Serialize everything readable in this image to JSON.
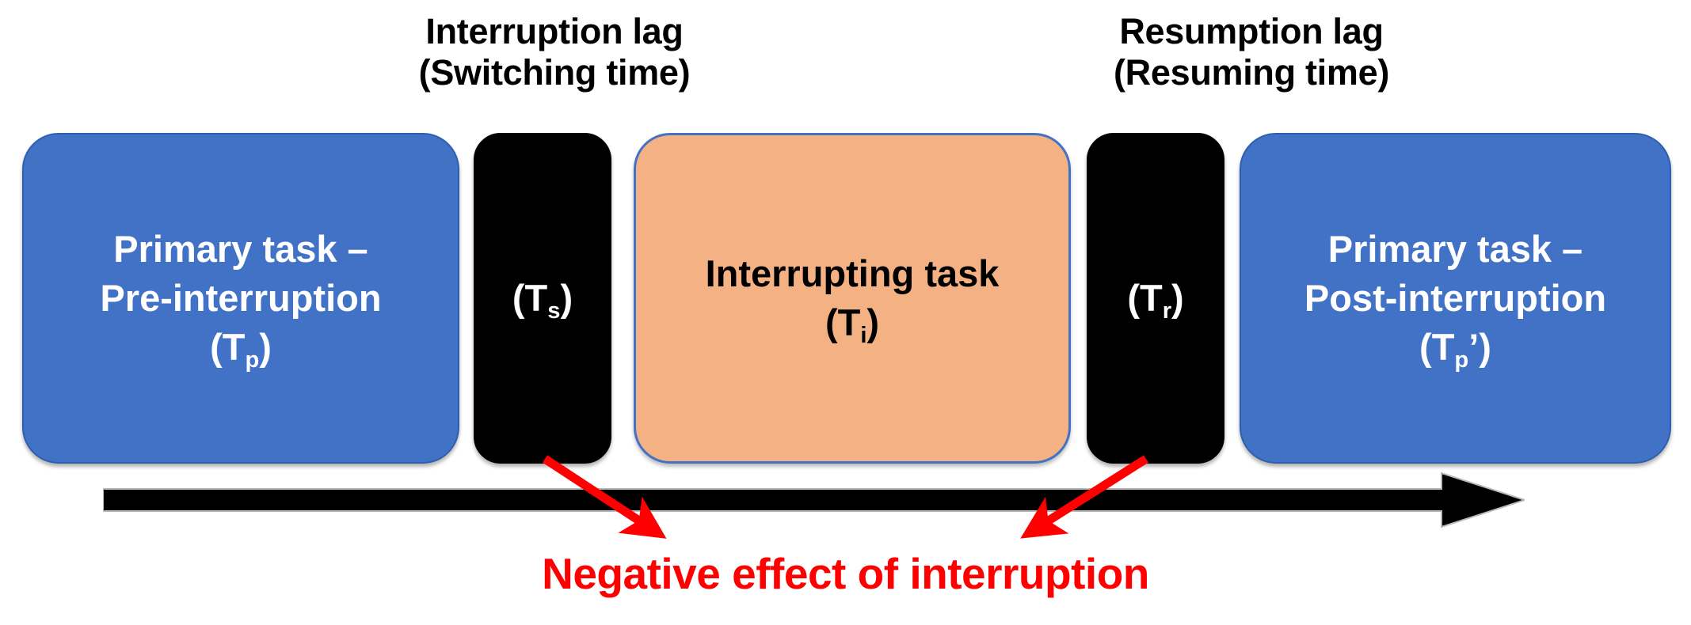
{
  "diagram": {
    "title_labels": [
      {
        "name": "interruption-lag",
        "line1": "Interruption lag",
        "line2": "(Switching time)"
      },
      {
        "name": "resumption-lag",
        "line1": "Resumption lag",
        "line2": "(Resuming time)"
      }
    ],
    "boxes": [
      {
        "name": "primary-task-pre-interruption",
        "line1": "Primary task –",
        "line2": "Pre-interruption",
        "symbol_open": "(T",
        "symbol_sub": "p",
        "symbol_close": ")",
        "fill": "#4272C6",
        "text_color": "#FFFFFF"
      },
      {
        "name": "switching-time",
        "line1": "",
        "line2": "",
        "symbol_open": "(T",
        "symbol_sub": "s",
        "symbol_close": ")",
        "fill": "#000000",
        "text_color": "#FFFFFF"
      },
      {
        "name": "interrupting-task",
        "line1": "",
        "line2": "Interrupting task",
        "symbol_open": "(T",
        "symbol_sub": "i",
        "symbol_close": ")",
        "fill": "#F4B183",
        "text_color": "#000000"
      },
      {
        "name": "resuming-time",
        "line1": "",
        "line2": "",
        "symbol_open": "(T",
        "symbol_sub": "r",
        "symbol_close": ")",
        "fill": "#000000",
        "text_color": "#FFFFFF"
      },
      {
        "name": "primary-task-post-interruption",
        "line1": "Primary task –",
        "line2": "Post-interruption",
        "symbol_open": "(T",
        "symbol_sub": "p",
        "symbol_close": "’)",
        "fill": "#4272C6",
        "text_color": "#FFFFFF"
      }
    ],
    "timeline": {
      "name": "time-axis-arrow",
      "direction": "left-to-right",
      "color": "#000000"
    },
    "annotations": {
      "caption": "Negative effect of interruption",
      "caption_color": "#FF0000",
      "arrow_color": "#FF0000",
      "arrow_left_name": "red-arrow-from-switching-time",
      "arrow_right_name": "red-arrow-from-resuming-time"
    }
  },
  "colors": {
    "primary_blue": "#4272C6",
    "interrupting_orange": "#F4B183",
    "lag_black": "#000000",
    "accent_red": "#FF0000",
    "background": "#FFFFFF"
  }
}
